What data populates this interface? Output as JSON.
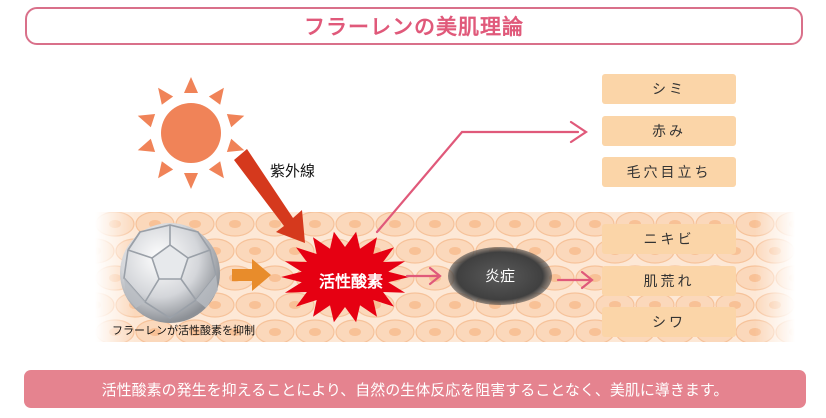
{
  "title": "フラーレンの美肌理論",
  "uv_label": "紫外線",
  "fullerene_caption": "フラーレンが活性酸素を抑制",
  "ros_label": "活性酸素",
  "inflammation_label": "炎症",
  "upper_effects": [
    "シミ",
    "赤み",
    "毛穴目立ち"
  ],
  "lower_effects": [
    "ニキビ",
    "肌荒れ",
    "シワ"
  ],
  "footer": "活性酸素の発生を抑えることにより、自然の生体反応を阻害することなく、美肌に導きます。",
  "colors": {
    "accent_pink": "#e0597a",
    "sun": "#f08358",
    "uv_arrow": "#d5391d",
    "ros_burst": "#e60012",
    "pill_bg": "#fbd5a8",
    "footer_bg": "#e5838f",
    "skin_cells": "#f9c9a0"
  }
}
